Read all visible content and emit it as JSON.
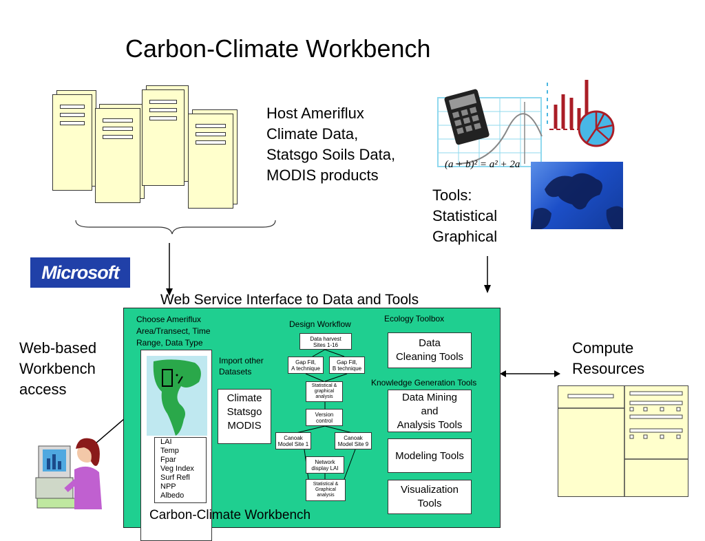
{
  "title": "Carbon-Climate Workbench",
  "host_text": [
    "Host Ameriflux",
    "Climate Data,",
    "Statsgo Soils Data,",
    "MODIS products"
  ],
  "tools_text": [
    "Tools:",
    "Statistical",
    "Graphical"
  ],
  "formula": "(a + b)² = a² + 2a",
  "microsoft_logo": "Microsoft",
  "web_service_label": "Web Service Interface to Data and Tools",
  "web_access": [
    "Web-based",
    "Workbench",
    "access"
  ],
  "compute": [
    "Compute",
    "Resources"
  ],
  "panel": {
    "choose": [
      "Choose  Ameriflux",
      "Area/Transect, Time",
      "Range, Data Type"
    ],
    "import": [
      "Import other",
      "Datasets"
    ],
    "datasets": [
      "Climate",
      "Statsgo",
      "MODIS"
    ],
    "variables": [
      "LAI",
      "Temp",
      "Fpar",
      "Veg Index",
      "Surf Refl",
      "NPP",
      "Albedo"
    ],
    "design_workflow": "Design Workflow",
    "workflow": {
      "harvest": [
        "Data harvest",
        "Sites 1-16"
      ],
      "gapA": [
        "Gap Fill,",
        "A technique"
      ],
      "gapB": [
        "Gap Fill,",
        "B technique"
      ],
      "stat1": [
        "Statistical &",
        "graphical",
        "analysis"
      ],
      "version": [
        "Version",
        "control"
      ],
      "canoak1": [
        "Canoak",
        "Model Site 1"
      ],
      "canoak9": [
        "Canoak",
        "Model Site 9"
      ],
      "network": [
        "Network",
        "display LAI"
      ],
      "stat2": [
        "Statistical &",
        "Graphical",
        "analysis"
      ]
    },
    "ecology_toolbox": "Ecology Toolbox",
    "data_cleaning": [
      "Data",
      "Cleaning Tools"
    ],
    "knowledge_tools": "Knowledge Generation Tools",
    "data_mining": [
      "Data Mining",
      "and",
      "Analysis Tools"
    ],
    "modeling": "Modeling Tools",
    "visualization": [
      "Visualization",
      "Tools"
    ],
    "footer": "Carbon-Climate Workbench"
  },
  "colors": {
    "panel": "#1fcf90",
    "server": "#ffffcc",
    "microsoft": "#2040a8"
  }
}
